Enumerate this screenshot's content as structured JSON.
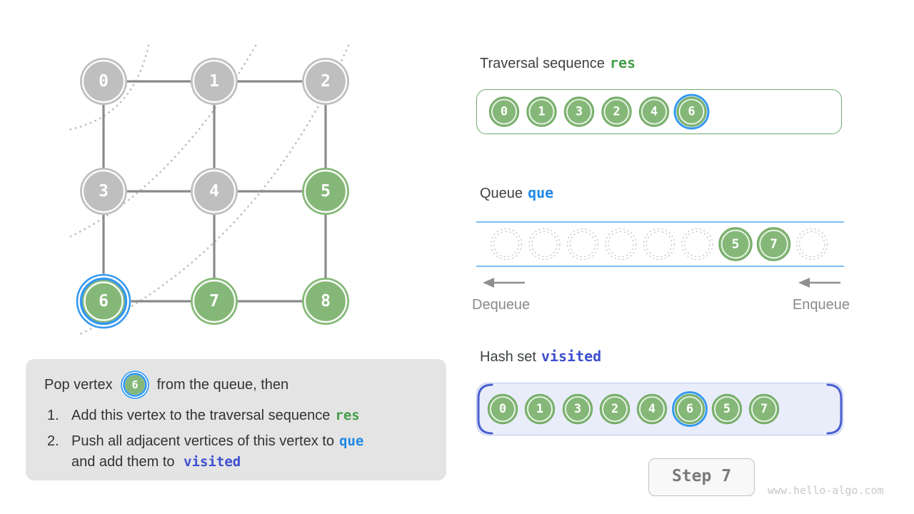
{
  "colors": {
    "green-fill": "#85b878",
    "green-stroke": "#6fa963",
    "gray-fill": "#bfbfbf",
    "blue": "#3699f0",
    "edge": "#8a8a8a",
    "arc": "#c2c2c2",
    "code-green": "#449d48",
    "code-blue": "#1e88e5",
    "code-indigo": "#3d4fd0",
    "text-dark": "#3c4043",
    "text-muted": "#8a8a8a",
    "res-border": "#6cab6c",
    "queue-line": "#54a8ef",
    "dash": "#c6c6c6",
    "arrow": "#8f8f8f",
    "hash-bg": "#e9edf9",
    "hash-border": "#bcc7ee",
    "hash-bracket": "#4a5ed0",
    "explain-bg": "#e4e4e4",
    "explain-text": "#333333",
    "step-border": "#c0c0c0",
    "step-bg": "#f8f8f8",
    "step-text": "#7a7a7a",
    "watermark": "#c9c9c9"
  },
  "graph": {
    "vertices": [
      {
        "label": "0",
        "state": "gray"
      },
      {
        "label": "1",
        "state": "gray"
      },
      {
        "label": "2",
        "state": "gray"
      },
      {
        "label": "3",
        "state": "gray"
      },
      {
        "label": "4",
        "state": "gray"
      },
      {
        "label": "5",
        "state": "green"
      },
      {
        "label": "6",
        "state": "current"
      },
      {
        "label": "7",
        "state": "green"
      },
      {
        "label": "8",
        "state": "green"
      }
    ],
    "edges": [
      [
        0,
        1
      ],
      [
        1,
        2
      ],
      [
        3,
        4
      ],
      [
        4,
        5
      ],
      [
        6,
        7
      ],
      [
        7,
        8
      ],
      [
        0,
        3
      ],
      [
        3,
        6
      ],
      [
        1,
        4
      ],
      [
        4,
        7
      ],
      [
        2,
        5
      ],
      [
        5,
        8
      ]
    ],
    "bfs_level_arcs": 3
  },
  "panels": {
    "traversal": {
      "title": "Traversal sequence",
      "code": "res",
      "items": [
        "0",
        "1",
        "3",
        "2",
        "4",
        "6"
      ],
      "highlight_index": 5
    },
    "queue": {
      "title": "Queue",
      "code": "que",
      "slots": [
        "",
        "",
        "",
        "",
        "",
        "",
        "5",
        "7",
        ""
      ],
      "dequeue": "Dequeue",
      "enqueue": "Enqueue"
    },
    "hashset": {
      "title": "Hash set",
      "code": "visited",
      "items": [
        "0",
        "1",
        "3",
        "2",
        "4",
        "6",
        "5",
        "7"
      ],
      "highlight_index": 5
    }
  },
  "explanation": {
    "pop_prefix": "Pop vertex",
    "pop_vertex": "6",
    "pop_suffix": "from the queue, then",
    "items": [
      {
        "num": "1.",
        "text": "Add this vertex to the traversal sequence",
        "code": "res"
      },
      {
        "num": "2.",
        "text": "Push all adjacent vertices of this vertex to",
        "code": "que",
        "cont_text": "and add them to",
        "cont_code": "visited"
      }
    ]
  },
  "footer": {
    "step_label": "Step 7",
    "watermark": "www.hello-algo.com"
  }
}
